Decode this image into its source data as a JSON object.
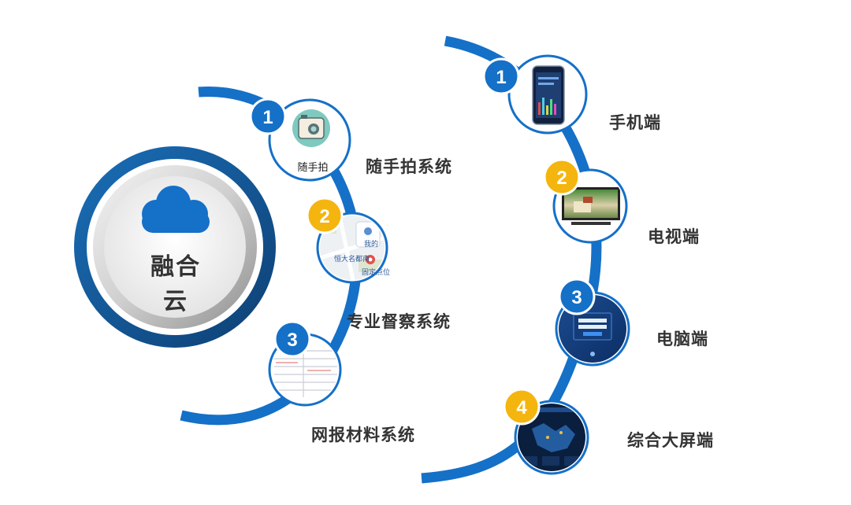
{
  "hub": {
    "title": "融合云",
    "icon": "cloud-icon"
  },
  "left_systems": [
    {
      "number": "1",
      "label": "随手拍系统",
      "badge_color": "#1570c8",
      "icon": "camera-icon",
      "caption": "随手拍"
    },
    {
      "number": "2",
      "label": "专业督察系统",
      "badge_color": "#f5b50f",
      "icon": "map-icon",
      "map_texts": [
        "我的",
        "恒大名都南",
        "固定点位"
      ]
    },
    {
      "number": "3",
      "label": "网报材料系统",
      "badge_color": "#1570c8",
      "icon": "document-list-icon"
    }
  ],
  "right_terminals": [
    {
      "number": "1",
      "label": "手机端",
      "badge_color": "#1570c8",
      "icon": "smartphone-icon"
    },
    {
      "number": "2",
      "label": "电视端",
      "badge_color": "#f5b50f",
      "icon": "television-icon"
    },
    {
      "number": "3",
      "label": "电脑端",
      "badge_color": "#1570c8",
      "icon": "computer-login-icon"
    },
    {
      "number": "4",
      "label": "综合大屏端",
      "badge_color": "#f5b50f",
      "icon": "dashboard-screen-icon"
    }
  ],
  "colors": {
    "arc": "#1570c8",
    "hub_ring": "#155c9e",
    "cloud": "#1570c8",
    "badge_text": "#ffffff"
  }
}
